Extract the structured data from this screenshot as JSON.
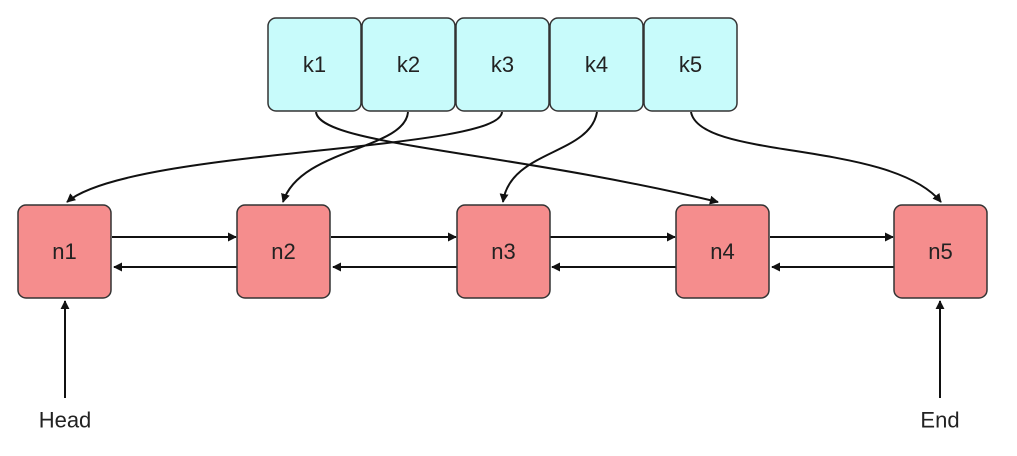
{
  "colors": {
    "key_fill": "#c8fbfb",
    "key_stroke": "#333333",
    "node_fill": "#f58d8d",
    "node_stroke": "#333333",
    "arrow": "#111111"
  },
  "keys": [
    {
      "label": "k1"
    },
    {
      "label": "k2"
    },
    {
      "label": "k3"
    },
    {
      "label": "k4"
    },
    {
      "label": "k5"
    }
  ],
  "nodes": [
    {
      "label": "n1"
    },
    {
      "label": "n2"
    },
    {
      "label": "n3"
    },
    {
      "label": "n4"
    },
    {
      "label": "n5"
    }
  ],
  "key_to_node": [
    {
      "key": "k1",
      "node": "n4"
    },
    {
      "key": "k2",
      "node": "n2"
    },
    {
      "key": "k3",
      "node": "n1"
    },
    {
      "key": "k4",
      "node": "n3"
    },
    {
      "key": "k5",
      "node": "n5"
    }
  ],
  "pointers": {
    "head": {
      "label": "Head",
      "target": "n1"
    },
    "end": {
      "label": "End",
      "target": "n5"
    }
  }
}
